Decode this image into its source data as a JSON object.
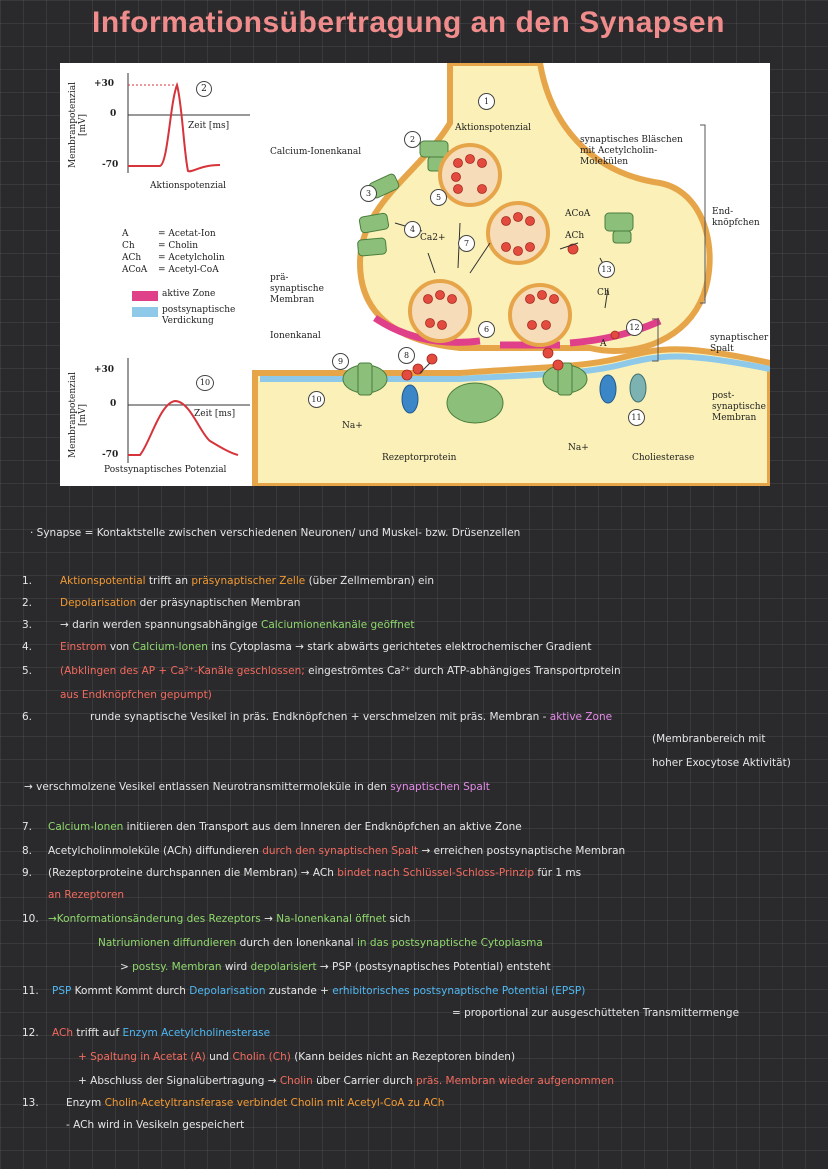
{
  "title": "Informationsübertragung an den Synapsen",
  "figure": {
    "ap_graph": {
      "ylabel": "Membranpotenzial [mV]",
      "ticks": [
        "+30",
        "0",
        "-70"
      ],
      "xlabel": "Zeit [ms]",
      "caption": "Aktionspotenzial",
      "marker": "2"
    },
    "psp_graph": {
      "ylabel": "Membranpotenzial [mV]",
      "ticks": [
        "+30",
        "0",
        "-70"
      ],
      "xlabel": "Zeit [ms]",
      "caption": "Postsynaptisches Potenzial",
      "marker": "10"
    },
    "legend": [
      {
        "abbr": "A",
        "text": "= Acetat-Ion"
      },
      {
        "abbr": "Ch",
        "text": "= Cholin"
      },
      {
        "abbr": "ACh",
        "text": "= Acetylcholin"
      },
      {
        "abbr": "ACoA",
        "text": "= Acetyl-CoA"
      }
    ],
    "legend_boxes": [
      {
        "label": "aktive Zone",
        "color": "#e0408a"
      },
      {
        "label": "postsynaptische Verdickung",
        "color": "#8ec9ea"
      }
    ],
    "labels": {
      "aktionspotenzial": "Aktionspotenzial",
      "calcium_kanal": "Calcium-Ionenkanal",
      "blaeschen": "synaptisches Bläschen mit Acetylcholin-Molekülen",
      "endknoepfchen": "End-knöpfchen",
      "prae_membran": "prä-synaptische Membran",
      "ionenkanal": "Ionenkanal",
      "spalt": "synaptischer Spalt",
      "post_membran": "post-synaptische Membran",
      "rezeptor": "Rezeptorprotein",
      "cholinesterase": "Choliesterase",
      "na1": "Na+",
      "na2": "Na+",
      "ach": "ACh",
      "acoa": "ACoA",
      "ch": "Ch",
      "a": "A",
      "ca": "Ca2+"
    },
    "markers": [
      "1",
      "2",
      "3",
      "4",
      "5",
      "6",
      "7",
      "8",
      "9",
      "10",
      "11",
      "12",
      "13"
    ]
  },
  "notes": {
    "definition": [
      {
        "t": "· Synapse = Kontaktstelle zwischen verschiedenen Neuronen/ und Muskel- bzw. Drüsenzellen",
        "c": "white"
      }
    ],
    "items": [
      {
        "num": "1.",
        "parts": [
          {
            "t": "Aktionspotential",
            "c": "orange"
          },
          {
            "t": " trifft an ",
            "c": "white"
          },
          {
            "t": "präsynaptischer Zelle",
            "c": "orange"
          },
          {
            "t": " (über Zellmembran) ein",
            "c": "white"
          }
        ]
      },
      {
        "num": "2.",
        "parts": [
          {
            "t": "Depolarisation",
            "c": "orange"
          },
          {
            "t": " der präsynaptischen Membran",
            "c": "white"
          }
        ]
      },
      {
        "num": "3.",
        "parts": [
          {
            "t": "→ darin werden spannungsabhängige ",
            "c": "white"
          },
          {
            "t": "Calciumionenkanäle geöffnet",
            "c": "green"
          }
        ]
      },
      {
        "num": "4.",
        "parts": [
          {
            "t": "Einstrom",
            "c": "red"
          },
          {
            "t": " von ",
            "c": "white"
          },
          {
            "t": "Calcium-Ionen",
            "c": "green"
          },
          {
            "t": " ins Cytoplasma → stark abwärts gerichtetes elektrochemischer Gradient",
            "c": "white"
          }
        ]
      },
      {
        "num": "5.",
        "parts": [
          {
            "t": "(Abklingen des AP + Ca²⁺-Kanäle geschlossen;",
            "c": "red"
          },
          {
            "t": "   eingeströmtes  Ca²⁺ durch ATP-abhängiges Transportprotein",
            "c": "white"
          }
        ]
      },
      {
        "num": "",
        "parts": [
          {
            "t": "aus Endknöpfchen gepumpt)",
            "c": "red"
          }
        ]
      },
      {
        "num": "6.",
        "parts": [
          {
            "t": "runde synaptische Vesikel in präs. Endknöpfchen + verschmelzen mit  präs. Membran - ",
            "c": "white"
          },
          {
            "t": "aktive Zone",
            "c": "pink"
          }
        ]
      },
      {
        "num": "",
        "parts": [
          {
            "t": "(Membranbereich mit",
            "c": "white"
          }
        ]
      },
      {
        "num": "",
        "parts": [
          {
            "t": "hoher Exocytose Aktivität)",
            "c": "white"
          }
        ]
      },
      {
        "num": "",
        "parts": [
          {
            "t": "→ verschmolzene Vesikel entlassen Neurotransmittermoleküle in den ",
            "c": "white"
          },
          {
            "t": "synaptischen Spalt",
            "c": "pink"
          }
        ]
      },
      {
        "num": "7.",
        "parts": [
          {
            "t": "Calcium-Ionen",
            "c": "green"
          },
          {
            "t": " initiieren den Transport aus dem Inneren der Endknöpfchen an aktive Zone",
            "c": "white"
          }
        ]
      },
      {
        "num": "8.",
        "parts": [
          {
            "t": "Acetylcholinmoleküle (ACh) diffundieren",
            "c": "white"
          },
          {
            "t": " durch den synaptischen Spalt",
            "c": "red"
          },
          {
            "t": " → erreichen postsynaptische Membran",
            "c": "white"
          }
        ]
      },
      {
        "num": "9.",
        "parts": [
          {
            "t": "(Rezeptorproteine durchspannen die Membran) → ACh ",
            "c": "white"
          },
          {
            "t": "bindet nach Schlüssel-Schloss-Prinzip",
            "c": "red"
          },
          {
            "t": " für 1 ms",
            "c": "white"
          }
        ]
      },
      {
        "num": "",
        "parts": [
          {
            "t": "an Rezeptoren",
            "c": "red"
          }
        ]
      },
      {
        "num": "10.",
        "parts": [
          {
            "t": "→Konformationsänderung des Rezeptors",
            "c": "green"
          },
          {
            "t": " → ",
            "c": "white"
          },
          {
            "t": "Na-Ionenkanal öffnet",
            "c": "green"
          },
          {
            "t": " sich",
            "c": "white"
          }
        ]
      },
      {
        "num": "",
        "parts": [
          {
            "t": "Natriumionen diffundieren",
            "c": "green"
          },
          {
            "t": " durch den Ionenkanal ",
            "c": "white"
          },
          {
            "t": "in das postsynaptische Cytoplasma",
            "c": "green"
          }
        ]
      },
      {
        "num": "",
        "parts": [
          {
            "t": "> ",
            "c": "white"
          },
          {
            "t": "postsy. Membran",
            "c": "green"
          },
          {
            "t": " wird ",
            "c": "white"
          },
          {
            "t": "depolarisiert",
            "c": "green"
          },
          {
            "t": " → PSP (postsynaptisches Potential) entsteht",
            "c": "white"
          }
        ]
      },
      {
        "num": "11.",
        "parts": [
          {
            "t": "PSP",
            "c": "blue"
          },
          {
            "t": " Kommt Kommt durch ",
            "c": "white"
          },
          {
            "t": "Depolarisation",
            "c": "blue"
          },
          {
            "t": " zustande + ",
            "c": "white"
          },
          {
            "t": "erhibitorisches postsynaptische Potential (EPSP)",
            "c": "blue"
          }
        ]
      },
      {
        "num": "",
        "parts": [
          {
            "t": "= proportional zur ausgeschütteten Transmittermenge",
            "c": "white"
          }
        ]
      },
      {
        "num": "12.",
        "parts": [
          {
            "t": "ACh",
            "c": "red"
          },
          {
            "t": " trifft auf ",
            "c": "white"
          },
          {
            "t": "Enzym Acetylcholinesterase",
            "c": "blue"
          }
        ]
      },
      {
        "num": "",
        "parts": [
          {
            "t": "+ Spaltung in ",
            "c": "red"
          },
          {
            "t": "Acetat (A)",
            "c": "red"
          },
          {
            "t": " und ",
            "c": "white"
          },
          {
            "t": "Cholin (Ch)",
            "c": "red"
          },
          {
            "t": "  (Kann beides nicht an Rezeptoren binden)",
            "c": "white"
          }
        ]
      },
      {
        "num": "",
        "parts": [
          {
            "t": "+ Abschluss der Signalübertragung  → ",
            "c": "white"
          },
          {
            "t": "Cholin",
            "c": "red"
          },
          {
            "t": " über Carrier durch ",
            "c": "white"
          },
          {
            "t": "präs. Membran wieder aufgenommen",
            "c": "red"
          }
        ]
      },
      {
        "num": "13.",
        "parts": [
          {
            "t": "Enzym ",
            "c": "white"
          },
          {
            "t": "Cholin-Acetyltransferase",
            "c": "orange"
          },
          {
            "t": " verbindet Cholin mit Acetyl-CoA zu ACh",
            "c": "orange"
          }
        ]
      },
      {
        "num": "",
        "parts": [
          {
            "t": "- ACh wird in Vesikeln gespeichert",
            "c": "white"
          }
        ]
      }
    ]
  }
}
